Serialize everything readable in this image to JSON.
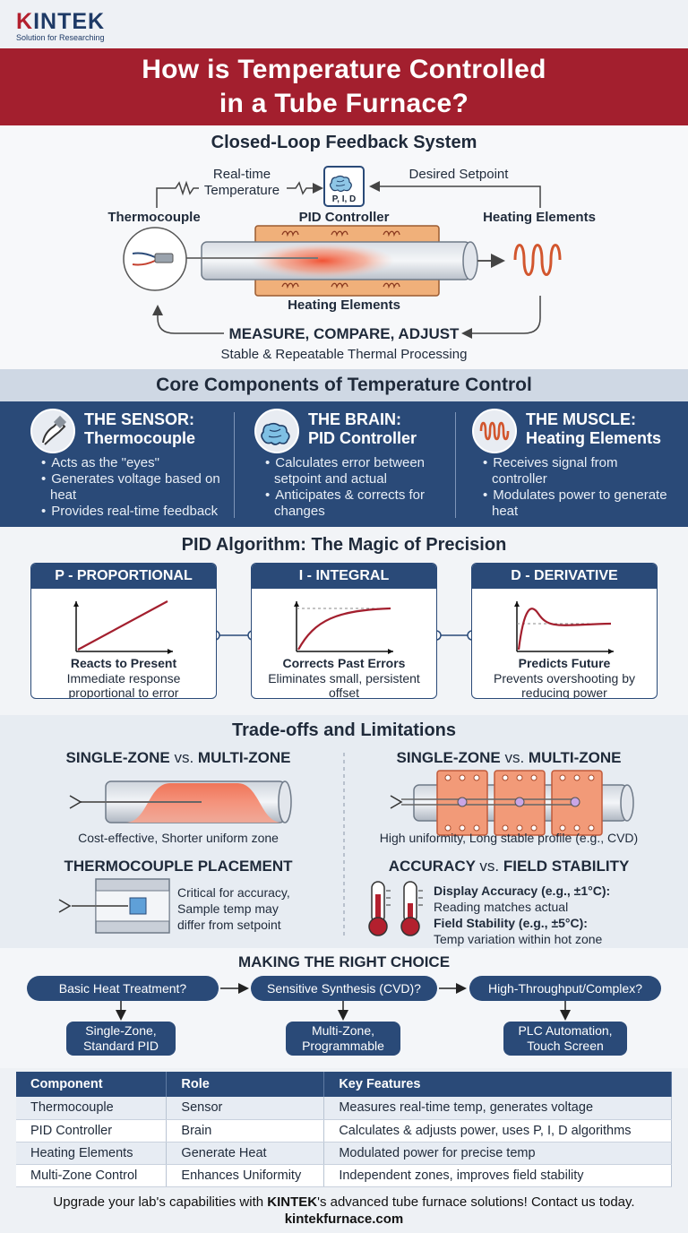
{
  "header": {
    "logo_brand": "KINTEK",
    "logo_tagline": "Solution for Researching",
    "title_line1": "How is Temperature Controlled",
    "title_line2": "in a Tube Furnace?"
  },
  "loop": {
    "title": "Closed-Loop Feedback System",
    "realtime_label_1": "Real-time",
    "realtime_label_2": "Temperature",
    "setpoint_label": "Desired Setpoint",
    "pid_chip": "P, I, D",
    "thermocouple_label": "Thermocouple",
    "pid_label": "PID Controller",
    "heating_right_label": "Heating Elements",
    "heating_bottom_label": "Heating Elements",
    "mca": "MEASURE, COMPARE, ADJUST",
    "stable": "Stable & Repeatable Thermal Processing"
  },
  "core": {
    "title": "Core Components of Temperature Control",
    "columns": [
      {
        "title1": "THE SENSOR:",
        "title2": "Thermocouple",
        "icon": "thermocouple-probe-icon",
        "bullets": [
          "Acts as the \"eyes\"",
          "Generates voltage based on heat",
          "Provides real-time feedback"
        ]
      },
      {
        "title1": "THE BRAIN:",
        "title2": "PID Controller",
        "icon": "brain-icon",
        "bullets": [
          "Calculates error between setpoint and actual",
          "Anticipates & corrects for changes"
        ]
      },
      {
        "title1": "THE MUSCLE:",
        "title2": "Heating Elements",
        "icon": "heating-coil-icon",
        "bullets": [
          "Receives signal from controller",
          "Modulates power to generate heat"
        ]
      }
    ]
  },
  "pid": {
    "title": "PID Algorithm: The Magic of Precision",
    "cards": [
      {
        "header": "P - PROPORTIONAL",
        "caption_bold": "Reacts to Present",
        "caption": "Immediate response proportional to error"
      },
      {
        "header": "I - INTEGRAL",
        "caption_bold": "Corrects Past Errors",
        "caption": "Eliminates small, persistent offset"
      },
      {
        "header": "D - DERIVATIVE",
        "caption_bold": "Predicts Future",
        "caption": "Prevents overshooting by reducing power"
      }
    ]
  },
  "tradeoffs": {
    "title": "Trade-offs and Limitations",
    "left_head_a": "SINGLE-ZONE",
    "left_head_vs": "vs.",
    "left_head_b": "MULTI-ZONE",
    "left_caption": "Cost-effective, Shorter uniform zone",
    "right_head_a": "SINGLE-ZONE",
    "right_head_vs": "vs.",
    "right_head_b": "MULTI-ZONE",
    "right_caption": "High uniformity, Long stable profile (e.g., CVD)",
    "placement_head": "THERMOCOUPLE PLACEMENT",
    "placement_text_1": "Critical for accuracy,",
    "placement_text_2": "Sample temp may",
    "placement_text_3": "differ from setpoint",
    "accuracy_head_a": "ACCURACY",
    "accuracy_head_vs": "vs.",
    "accuracy_head_b": "FIELD STABILITY",
    "display_accuracy": "Display Accuracy (e.g., ±1°C):",
    "display_accuracy_desc": "Reading matches actual",
    "field_stability": "Field Stability (e.g., ±5°C):",
    "field_stability_desc": "Temp variation within hot zone"
  },
  "choice": {
    "title": "MAKING THE RIGHT CHOICE",
    "questions": [
      "Basic Heat Treatment?",
      "Sensitive Synthesis (CVD)?",
      "High-Throughput/Complex?"
    ],
    "answers": [
      {
        "line1": "Single-Zone,",
        "line2": "Standard PID"
      },
      {
        "line1": "Multi-Zone,",
        "line2": "Programmable"
      },
      {
        "line1": "PLC Automation,",
        "line2": "Touch Screen"
      }
    ]
  },
  "table": {
    "headers": [
      "Component",
      "Role",
      "Key Features"
    ],
    "rows": [
      [
        "Thermocouple",
        "Sensor",
        "Measures real-time temp, generates voltage"
      ],
      [
        "PID Controller",
        "Brain",
        "Calculates & adjusts power, uses P, I, D algorithms"
      ],
      [
        "Heating Elements",
        "Generate Heat",
        "Modulated power for precise temp"
      ],
      [
        "Multi-Zone Control",
        "Enhances Uniformity",
        "Independent zones, improves field stability"
      ]
    ]
  },
  "footer": {
    "cta_before": "Upgrade your lab's capabilities with ",
    "cta_brand": "KINTEK",
    "cta_after": "'s advanced tube furnace solutions! Contact us today.",
    "url": "kintekfurnace.com"
  },
  "colors": {
    "brand_red": "#a31f2e",
    "navy": "#2a4a78",
    "heat": "#e85a3a"
  }
}
